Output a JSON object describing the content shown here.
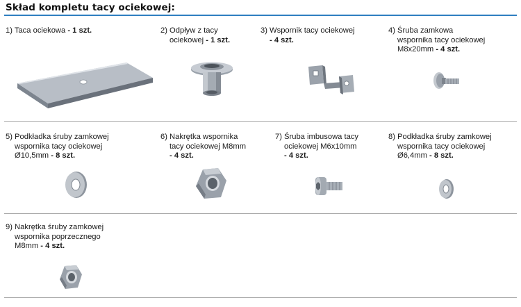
{
  "title": "Skład kompletu tacy ociekowej:",
  "colors": {
    "title_rule": "#2f7fc1",
    "separator": "#a9a9a9",
    "metal": "#a7aeb6"
  },
  "items": [
    {
      "lines": [
        "1) Taca ociekowa"
      ],
      "qty": "- 1 szt.",
      "icon": "drip-tray-icon"
    },
    {
      "lines": [
        "2) Odpływ z tacy",
        "ociekowej"
      ],
      "qty": "- 1 szt.",
      "icon": "drain-icon"
    },
    {
      "lines": [
        "3) Wspornik tacy ociekowej"
      ],
      "qty": "- 4 szt.",
      "icon": "bracket-icon"
    },
    {
      "lines": [
        "4) Śruba zamkowa",
        "wspornika tacy ociekowej",
        "M8x20mm"
      ],
      "qty": "- 4 szt.",
      "icon": "carriage-bolt-icon"
    },
    {
      "lines": [
        "5) Podkładka śruby zamkowej",
        "wspornika tacy ociekowej",
        "Ø10,5mm"
      ],
      "qty": "- 8 szt.",
      "icon": "washer-icon"
    },
    {
      "lines": [
        "6) Nakrętka wspornika",
        "tacy ociekowej M8mm"
      ],
      "qty": "- 4 szt.",
      "icon": "hex-nut-icon"
    },
    {
      "lines": [
        "7) Śruba imbusowa tacy",
        "ociekowej M6x10mm"
      ],
      "qty": "- 4 szt.",
      "icon": "socket-screw-icon"
    },
    {
      "lines": [
        "8) Podkładka śruby zamkowej",
        "wspornika tacy ociekowej",
        "Ø6,4mm"
      ],
      "qty": "- 8 szt.",
      "icon": "small-washer-icon"
    },
    {
      "lines": [
        "9) Nakrętka śruby zamkowej",
        "wspornika poprzecznego",
        "M8mm"
      ],
      "qty": "- 4 szt.",
      "icon": "small-hex-nut-icon"
    }
  ]
}
